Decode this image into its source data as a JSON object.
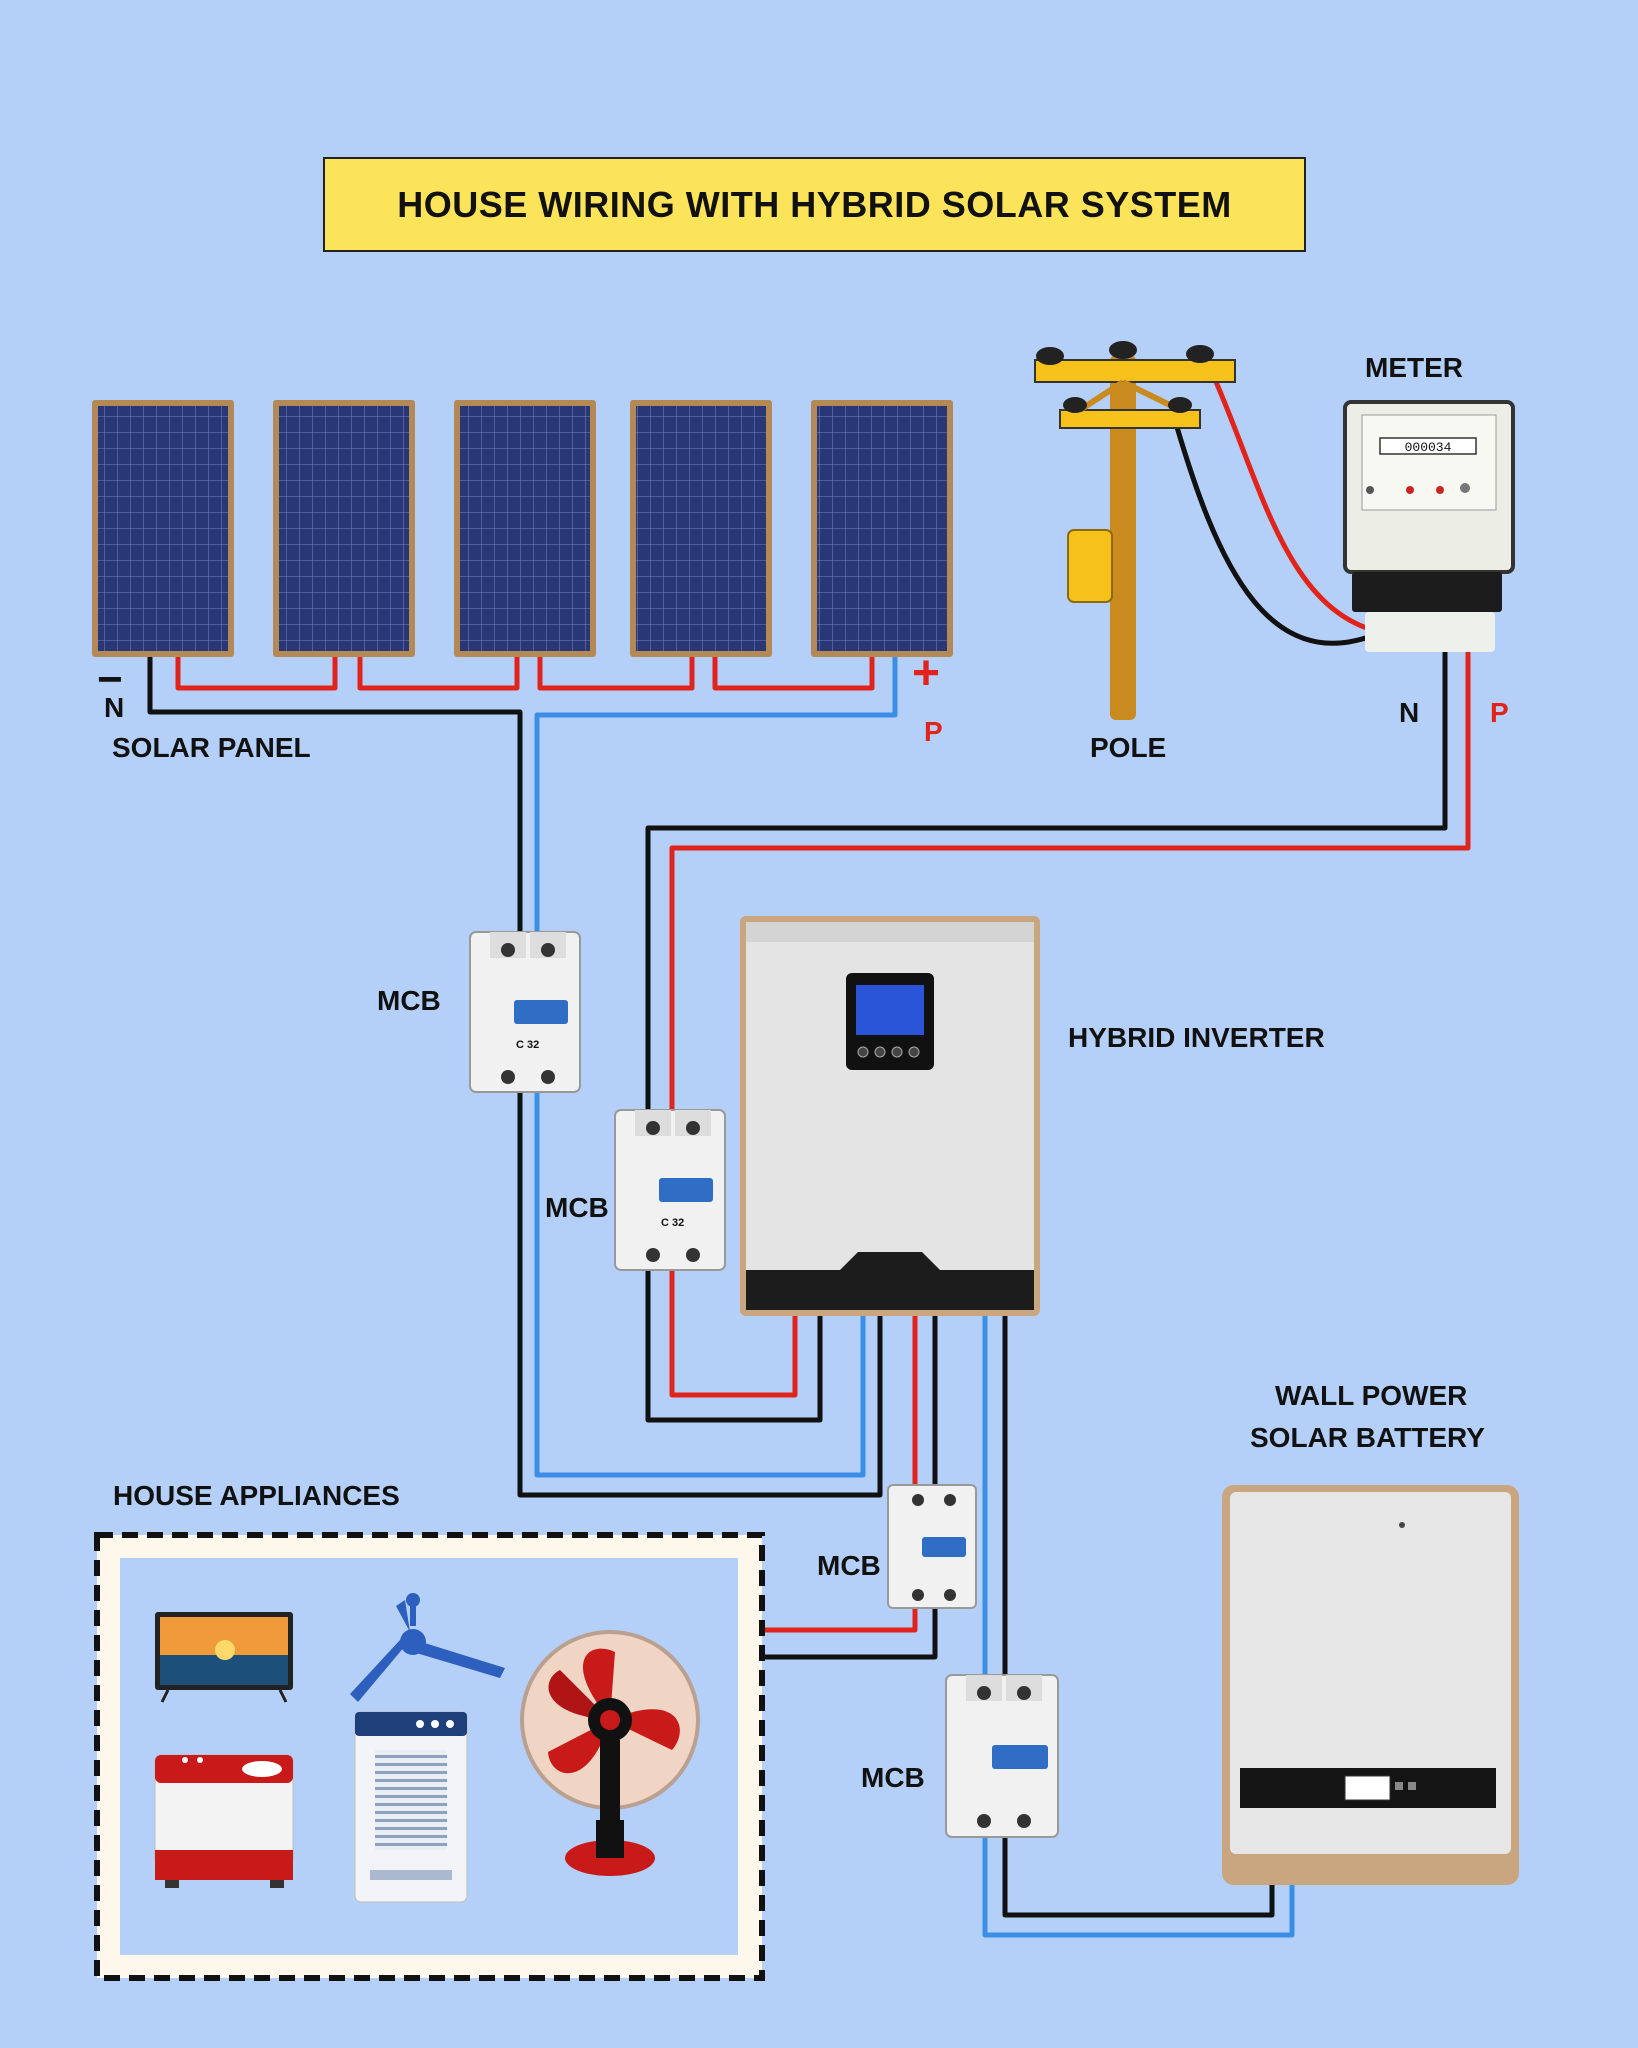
{
  "title": "HOUSE WIRING WITH HYBRID SOLAR SYSTEM",
  "labels": {
    "solar_panel": "SOLAR PANEL",
    "pole": "POLE",
    "meter": "METER",
    "hybrid_inverter": "HYBRID INVERTER",
    "mcb": "MCB",
    "house_appliances": "HOUSE APPLIANCES",
    "battery_line1": "WALL POWER",
    "battery_line2": "SOLAR BATTERY",
    "panel_neg_sign": "−",
    "panel_pos_sign": "+",
    "panel_n": "N",
    "panel_p": "P",
    "grid_n": "N",
    "grid_p": "P"
  },
  "meter_reading": "000034",
  "mcb_rating": "C 32",
  "wire_colors": {
    "phase": "#e0241c",
    "neutral": "#111111",
    "dc_positive": "#3a8ee6"
  },
  "appliances": [
    {
      "name": "television",
      "icon": "tv-icon"
    },
    {
      "name": "ceiling fan",
      "icon": "ceiling-fan-icon"
    },
    {
      "name": "table fan",
      "icon": "table-fan-icon"
    },
    {
      "name": "washing machine",
      "icon": "washing-machine-icon"
    },
    {
      "name": "air cooler",
      "icon": "air-cooler-icon"
    }
  ]
}
